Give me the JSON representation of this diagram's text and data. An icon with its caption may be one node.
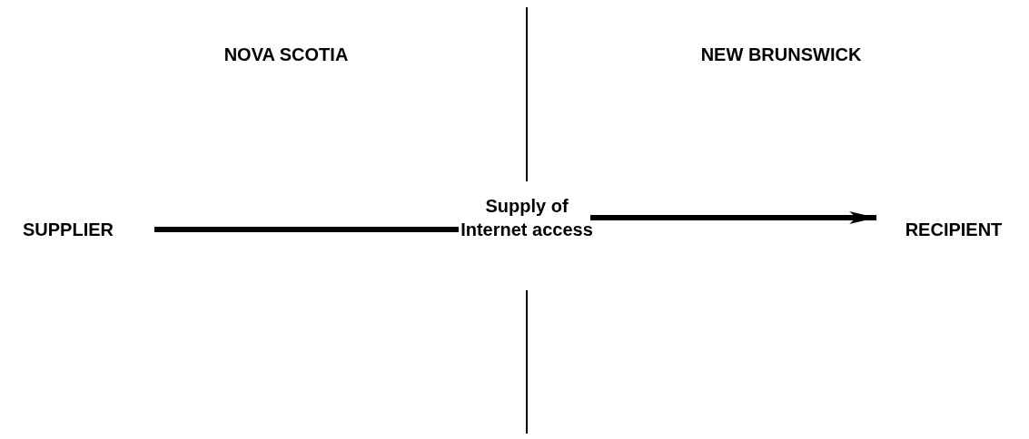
{
  "diagram": {
    "nodes": [
      {
        "text": [
          "SUPPLIER"
        ]
      },
      {
        "text": [
          "Supply of Internet access"
        ]
      },
      {
        "text": [
          "RECIPIENT"
        ]
      }
    ],
    "edges": [
      {
        "from": 0,
        "to": 1,
        "arrow": "none"
      },
      {
        "from": 1,
        "to": 2,
        "arrow": "to"
      }
    ],
    "labels": [
      "NOVA SCOTIA",
      "NEW BRUNSWICK"
    ]
  }
}
